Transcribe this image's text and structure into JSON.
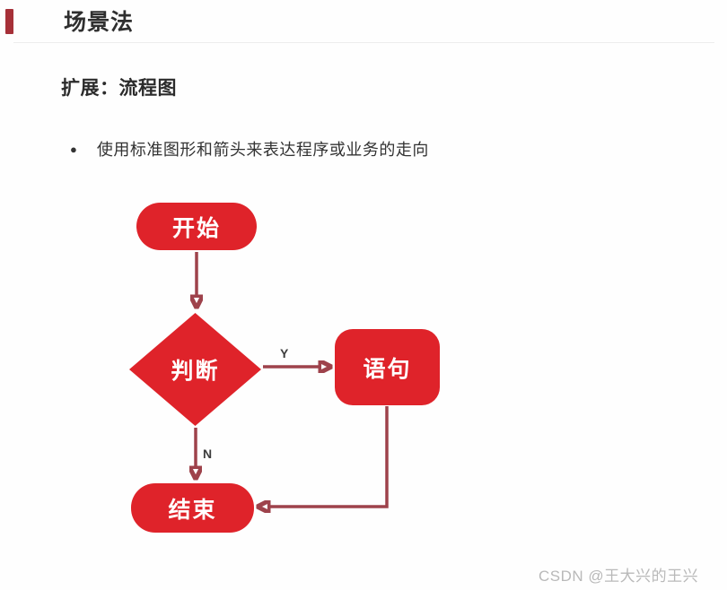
{
  "theme": {
    "node_fill": "#df232a",
    "arrow_color": "#9e424b",
    "accent_bar": "#a63038",
    "heading_color": "#2f2f2f",
    "watermark_color": "#b9b9b9"
  },
  "header": {
    "title": "场景法"
  },
  "section": {
    "subtitle": "扩展：流程图"
  },
  "bullet": {
    "marker": "●",
    "text": "使用标准图形和箭头来表达程序或业务的走向"
  },
  "flowchart": {
    "nodes": {
      "start": {
        "label": "开始",
        "shape": "stadium"
      },
      "decision": {
        "label": "判断",
        "shape": "diamond"
      },
      "statement": {
        "label": "语句",
        "shape": "rounded-rect"
      },
      "end": {
        "label": "结束",
        "shape": "stadium"
      }
    },
    "edges": {
      "start_to_decision": {
        "from": "开始",
        "to": "判断",
        "label": ""
      },
      "decision_to_statement": {
        "from": "判断",
        "to": "语句",
        "label": "Y"
      },
      "decision_to_end": {
        "from": "判断",
        "to": "结束",
        "label": "N"
      },
      "statement_to_end": {
        "from": "语句",
        "to": "结束",
        "label": ""
      }
    }
  },
  "watermark": {
    "text": "CSDN @王大兴的王兴"
  }
}
